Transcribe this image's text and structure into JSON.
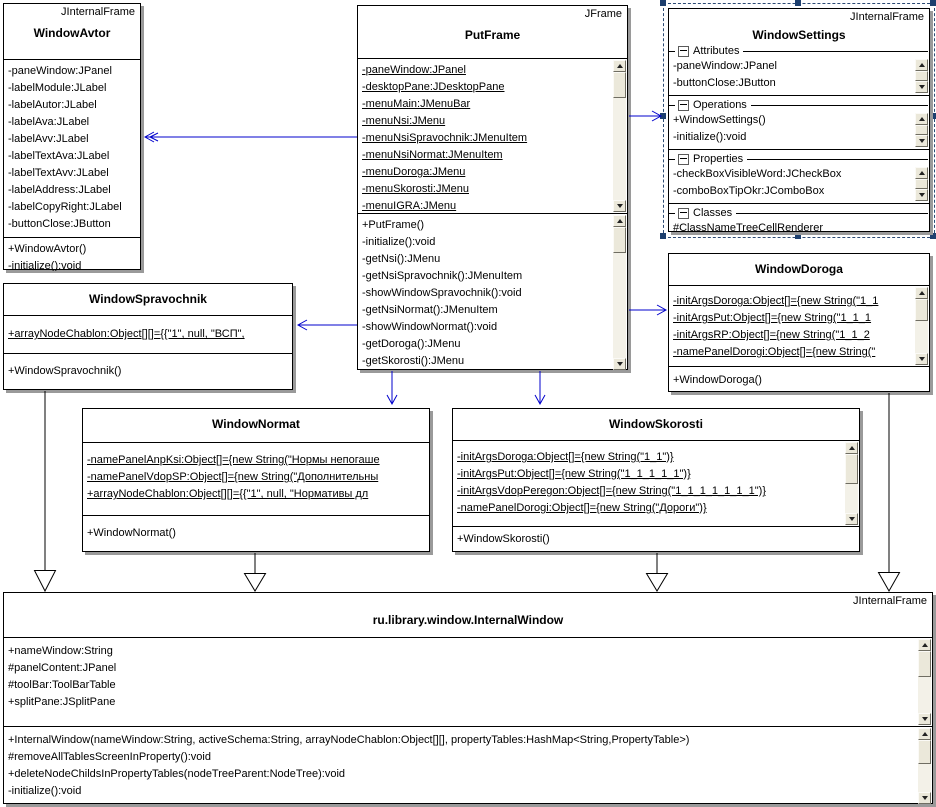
{
  "colors": {
    "association_line": "#0000cc",
    "generalization_line": "#000000",
    "selection": "#2b4a74",
    "box_border": "#000000",
    "box_shadow": "#9a9a9a"
  },
  "selected_class": "WindowSettings",
  "classes": {
    "avtor": {
      "stereotype": "JInternalFrame",
      "name": "WindowAvtor",
      "attributes": [
        "-paneWindow:JPanel",
        "-labelModule:JLabel",
        "-labelAutor:JLabel",
        "-labelAva:JLabel",
        "-labelAvv:JLabel",
        "-labelTextAva:JLabel",
        "-labelTextAvv:JLabel",
        "-labelAddress:JLabel",
        "-labelCopyRight:JLabel",
        "-buttonClose:JButton"
      ],
      "methods": [
        "+WindowAvtor()",
        "-initialize():void"
      ]
    },
    "putframe": {
      "stereotype": "JFrame",
      "name": "PutFrame",
      "attributes": [
        "-paneWindow:JPanel",
        "-desktopPane:JDesktopPane",
        "-menuMain:JMenuBar",
        "-menuNsi:JMenu",
        "-menuNsiSpravochnik:JMenuItem",
        "-menuNsiNormat:JMenuItem",
        "-menuDoroga:JMenu",
        "-menuSkorosti:JMenu",
        "-menuIGRA:JMenu"
      ],
      "methods": [
        "+PutFrame()",
        "-initialize():void",
        "-getNsi():JMenu",
        "-getNsiSpravochnik():JMenuItem",
        "-showWindowSpravochnik():void",
        "-getNsiNormat():JMenuItem",
        "-showWindowNormat():void",
        "-getDoroga():JMenu",
        "-getSkorosti():JMenu"
      ]
    },
    "settings": {
      "stereotype": "JInternalFrame",
      "name": "WindowSettings",
      "groups": [
        {
          "label": "Attributes",
          "items": [
            "-paneWindow:JPanel",
            "-buttonClose:JButton"
          ]
        },
        {
          "label": "Operations",
          "items": [
            "+WindowSettings()",
            "-initialize():void"
          ]
        },
        {
          "label": "Properties",
          "items": [
            "-checkBoxVisibleWord:JCheckBox",
            "-comboBoxTipOkr:JComboBox"
          ]
        },
        {
          "label": "Classes",
          "items": [
            "#ClassNameTreeCellRenderer"
          ]
        }
      ]
    },
    "spravochnik": {
      "name": "WindowSpravochnik",
      "attributes": [
        "+arrayNodeChablon:Object[][]={{\"1\", null, \"ВСП\","
      ],
      "methods": [
        "+WindowSpravochnik()"
      ]
    },
    "doroga": {
      "name": "WindowDoroga",
      "attributes": [
        "-initArgsDoroga:Object[]={new String(\"1_1",
        "-initArgsPut:Object[]={new String(\"1_1_1",
        "-initArgsRP:Object[]={new String(\"1_1_2",
        "-namePanelDorogi:Object[]={new String(\""
      ],
      "methods": [
        "+WindowDoroga()"
      ]
    },
    "normat": {
      "name": "WindowNormat",
      "attributes": [
        "-namePanelAnpKsi:Object[]={new String(\"Нормы непогаше",
        "-namePanelVdopSP:Object[]={new String(\"Дополнительны",
        "+arrayNodeChablon:Object[][]={{\"1\", null, \"Нормативы дл"
      ],
      "methods": [
        "+WindowNormat()"
      ]
    },
    "skorosti": {
      "name": "WindowSkorosti",
      "attributes": [
        "-initArgsDoroga:Object[]={new String(\"1_1\")}",
        "-initArgsPut:Object[]={new String(\"1_1_1_1_1\")}",
        "-initArgsVdopPeregon:Object[]={new String(\"1_1_1_1_1_1_1\")}",
        "-namePanelDorogi:Object[]={new String(\"Дороги\")}"
      ],
      "methods": [
        "+WindowSkorosti()"
      ]
    },
    "internal": {
      "stereotype": "JInternalFrame",
      "name": "ru.library.window.InternalWindow",
      "attributes": [
        "+nameWindow:String",
        "#panelContent:JPanel",
        "#toolBar:ToolBarTable",
        "+splitPane:JSplitPane"
      ],
      "methods": [
        "+InternalWindow(nameWindow:String, activeSchema:String, arrayNodeChablon:Object[][], propertyTables:HashMap<String,PropertyTable>)",
        "#removeAllTablesScreenInProperty():void",
        "+deleteNodeChildsInPropertyTables(nodeTreeParent:NodeTree):void",
        "-initialize():void"
      ]
    }
  },
  "relations": [
    {
      "type": "association",
      "from": "PutFrame",
      "to": "WindowAvtor"
    },
    {
      "type": "association",
      "from": "PutFrame",
      "to": "WindowSettings"
    },
    {
      "type": "association",
      "from": "PutFrame",
      "to": "WindowSpravochnik"
    },
    {
      "type": "association",
      "from": "PutFrame",
      "to": "WindowDoroga"
    },
    {
      "type": "association",
      "from": "PutFrame",
      "to": "WindowNormat"
    },
    {
      "type": "association",
      "from": "PutFrame",
      "to": "WindowSkorosti"
    },
    {
      "type": "generalization",
      "from": "WindowSpravochnik",
      "to": "ru.library.window.InternalWindow"
    },
    {
      "type": "generalization",
      "from": "WindowNormat",
      "to": "ru.library.window.InternalWindow"
    },
    {
      "type": "generalization",
      "from": "WindowSkorosti",
      "to": "ru.library.window.InternalWindow"
    },
    {
      "type": "generalization",
      "from": "WindowDoroga",
      "to": "ru.library.window.InternalWindow"
    }
  ]
}
